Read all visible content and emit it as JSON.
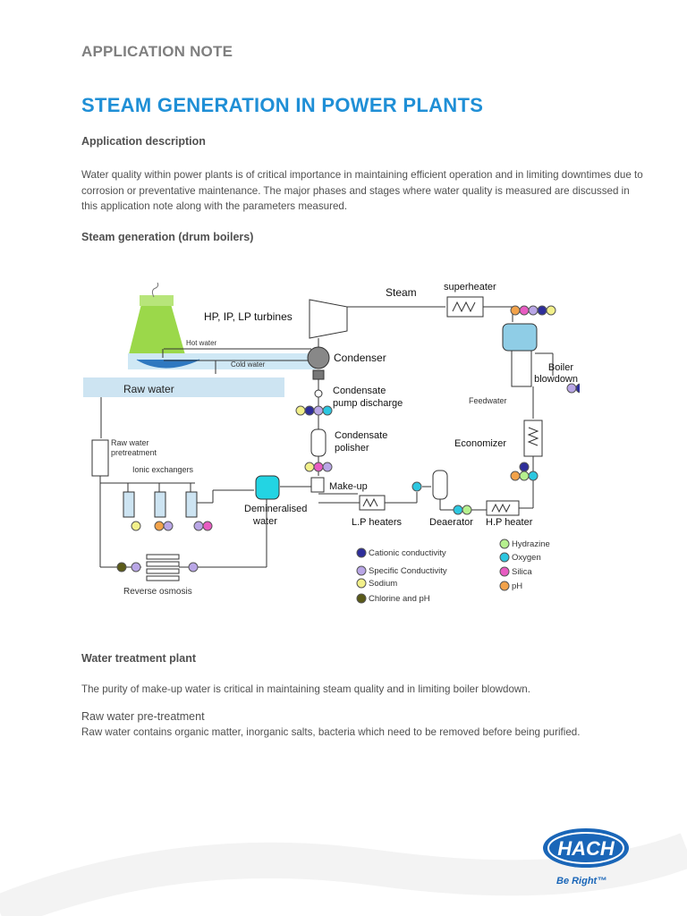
{
  "header": {
    "label": "APPLICATION NOTE",
    "title": "STEAM GENERATION IN POWER PLANTS"
  },
  "sections": {
    "app_desc_heading": "Application description",
    "app_desc_text": "Water quality within power plants is of critical importance in maintaining efficient operation and in limiting downtimes due to corrosion or preventative maintenance.  The major phases and stages where water quality is measured are discussed in this application note along with the parameters measured.",
    "steam_heading": "Steam generation (drum boilers)",
    "wtp_heading": "Water treatment plant",
    "wtp_text": "The purity of make-up water is critical in maintaining steam quality and in limiting boiler blowdown.",
    "raw_heading": "Raw water pre-treatment",
    "raw_text": "Raw water contains organic matter, inorganic salts, bacteria which need to be removed before being purified."
  },
  "diagram": {
    "steam": "Steam",
    "superheater": "superheater",
    "turbines": "HP, IP, LP turbines",
    "hot_water": "Hot water",
    "cold_water": "Cold water",
    "condenser": "Condenser",
    "raw_water": "Raw water",
    "cond_pump_1": "Condensate",
    "cond_pump_2": "pump discharge",
    "cond_polisher_1": "Condensate",
    "cond_polisher_2": "polisher",
    "boiler_1": "Boiler",
    "boiler_2": "blowdown",
    "feedwater": "Feedwater",
    "economizer": "Economizer",
    "raw_pretreat_1": "Raw water",
    "raw_pretreat_2": "pretreatment",
    "ion_exchangers": "Ionic exchangers",
    "makeup": "Make-up",
    "demin_1": "Demineralised",
    "demin_2": "water",
    "lp_heaters": "L.P heaters",
    "deaerator": "Deaerator",
    "hp_heater": "H.P heater",
    "reverse_osmosis": "Reverse osmosis",
    "legend": [
      {
        "label": "Cationic conductivity",
        "color": "#2e2e9a"
      },
      {
        "label": "Specific Conductivity",
        "color": "#b9a6e6"
      },
      {
        "label": "Sodium",
        "color": "#f2f08a"
      },
      {
        "label": "Chlorine and pH",
        "color": "#5a5a18"
      },
      {
        "label": "Hydrazine",
        "color": "#b6f08e"
      },
      {
        "label": "Oxygen",
        "color": "#2cc7e0"
      },
      {
        "label": "Silica",
        "color": "#e85cc2"
      },
      {
        "label": "pH",
        "color": "#f2a24a"
      }
    ]
  },
  "brand": {
    "logo_text": "HACH",
    "tagline": "Be Right™"
  },
  "colors": {
    "title_blue": "#1f8fd6",
    "brand_blue": "#1a66b8"
  }
}
